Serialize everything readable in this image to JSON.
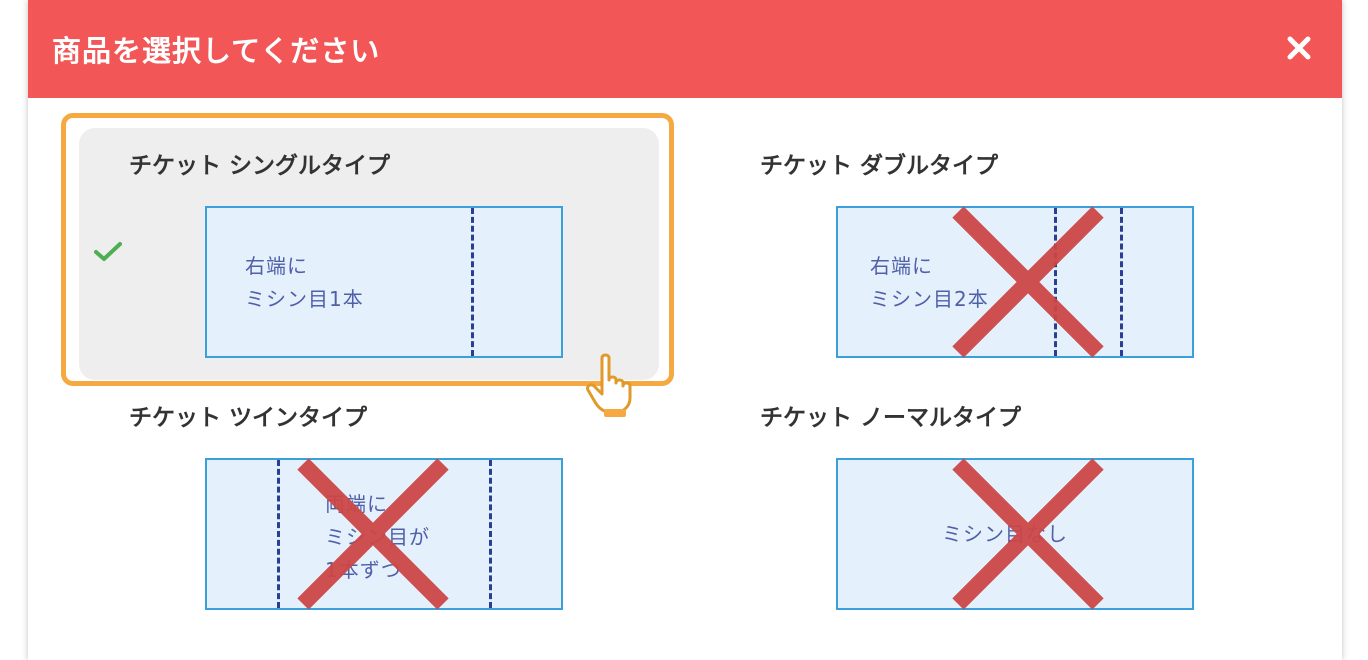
{
  "modal": {
    "title": "商品を選択してください",
    "close_icon": "close-icon",
    "header_color": "#f25656"
  },
  "options": [
    {
      "label": "チケット シングルタイプ",
      "ticket_text": "右端に\nミシン目1本",
      "selected": true,
      "available": true
    },
    {
      "label": "チケット ダブルタイプ",
      "ticket_text": "右端に\nミシン目2本",
      "selected": false,
      "available": false
    },
    {
      "label": "チケット ツインタイプ",
      "ticket_text": "両端に\nミシン目が\n1本ずつ",
      "selected": false,
      "available": false
    },
    {
      "label": "チケット ノーマルタイプ",
      "ticket_text": "ミシン目なし",
      "selected": false,
      "available": false
    }
  ],
  "icons": {
    "selected": "checkmark-icon",
    "unavailable": "cross-icon",
    "pointer": "hand-pointer-icon"
  },
  "colors": {
    "highlight": "#f5a940",
    "cross": "#cc4646",
    "check": "#4caf50",
    "ticket_border": "#3aa0dc",
    "perforation": "#2b3f92"
  }
}
